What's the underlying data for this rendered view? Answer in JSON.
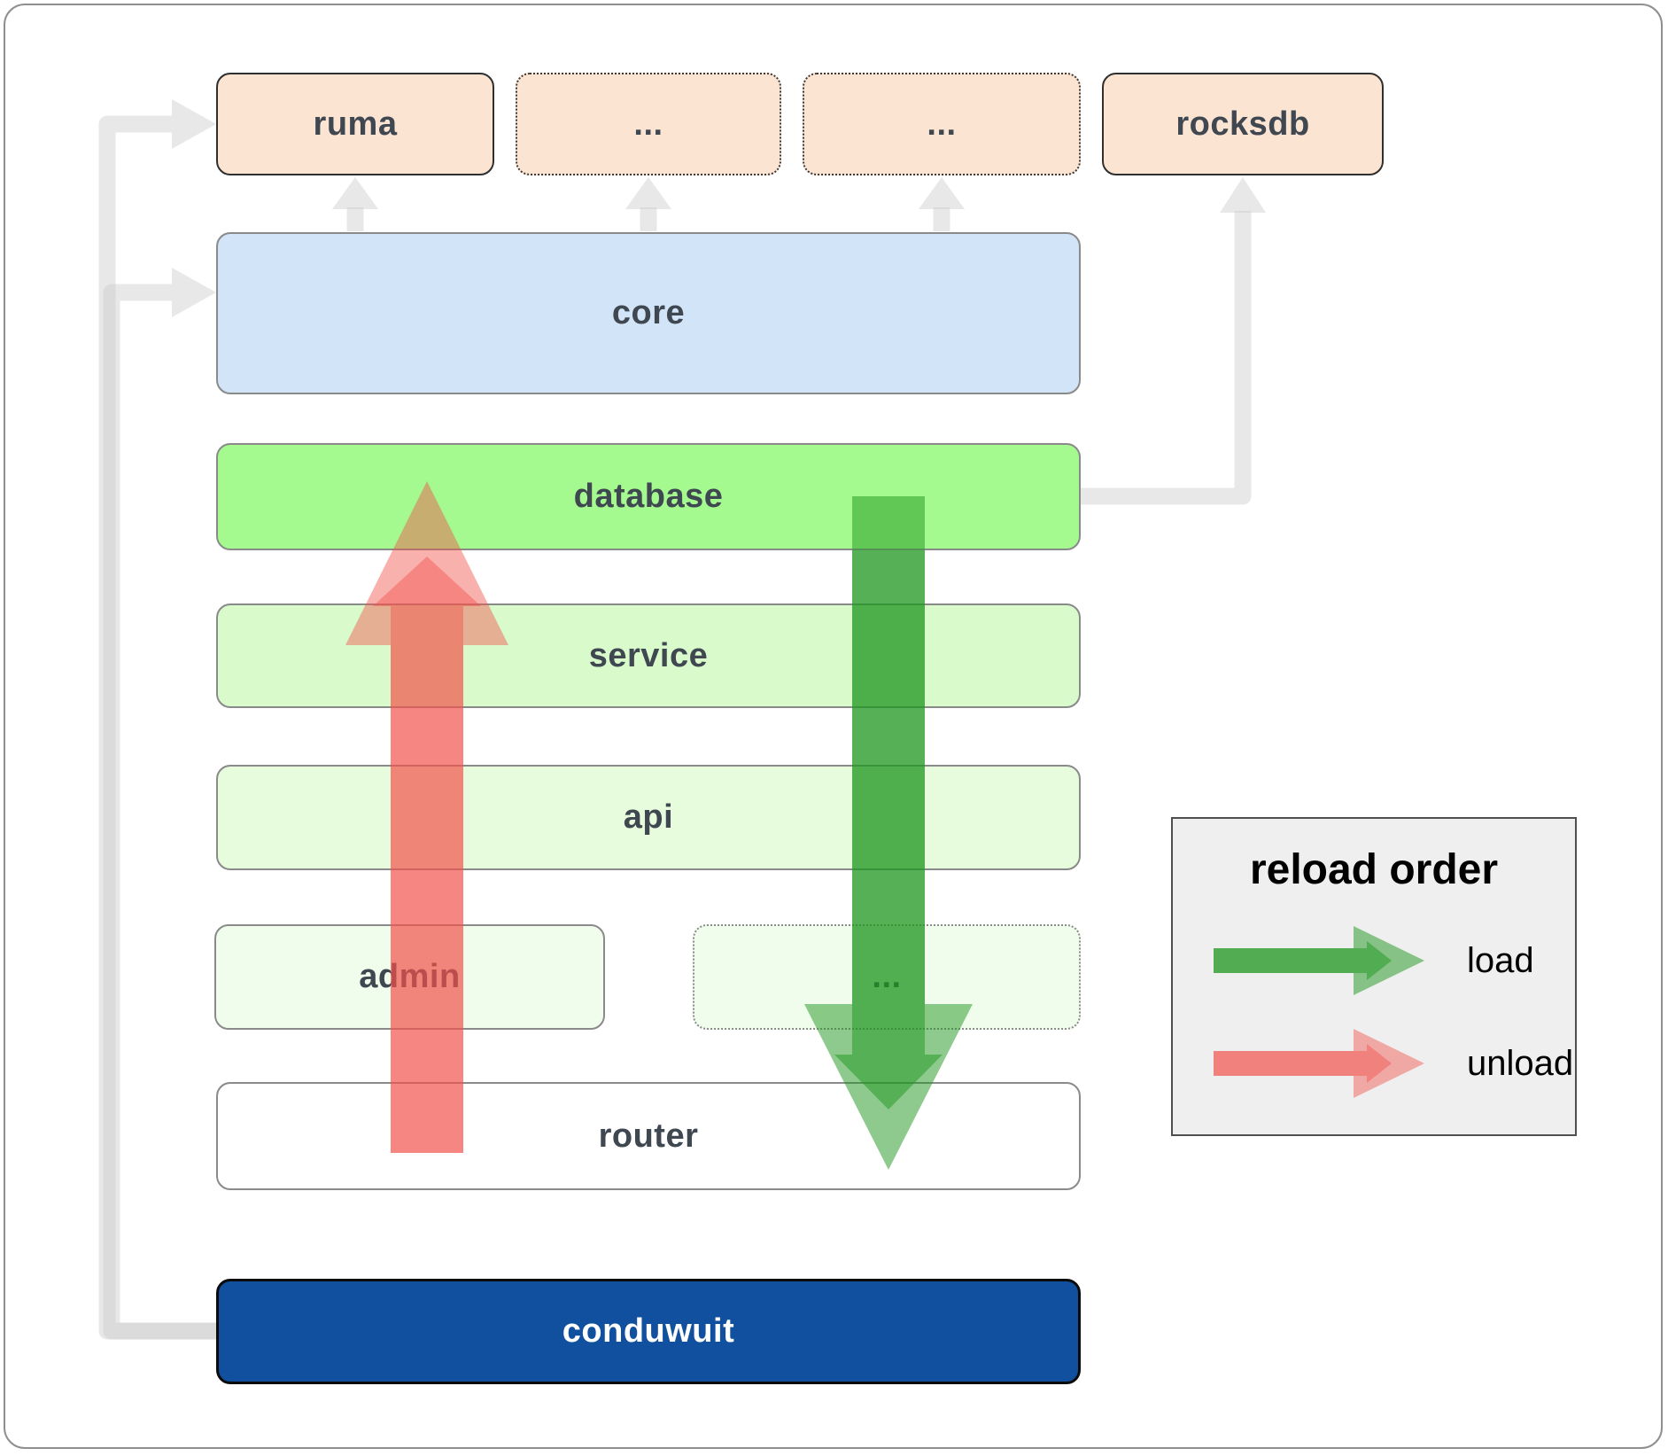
{
  "nodes": {
    "ruma": "ruma",
    "dots_top_1": "...",
    "dots_top_2": "...",
    "rocksdb": "rocksdb",
    "core": "core",
    "database": "database",
    "service": "service",
    "api": "api",
    "admin": "admin",
    "dots_admin": "...",
    "router": "router",
    "conduwuit": "conduwuit"
  },
  "legend": {
    "title": "reload order",
    "items": [
      {
        "label": "load"
      },
      {
        "label": "unload"
      }
    ]
  },
  "colors": {
    "load_arrow": "#1e961e",
    "unload_arrow": "#f2534b",
    "connector": "#c8c8c8",
    "database_green": "#a5fa8f",
    "conduwuit_blue": "#10509e",
    "peach": "#fce4d3",
    "core_blue": "#d2e4f7"
  }
}
